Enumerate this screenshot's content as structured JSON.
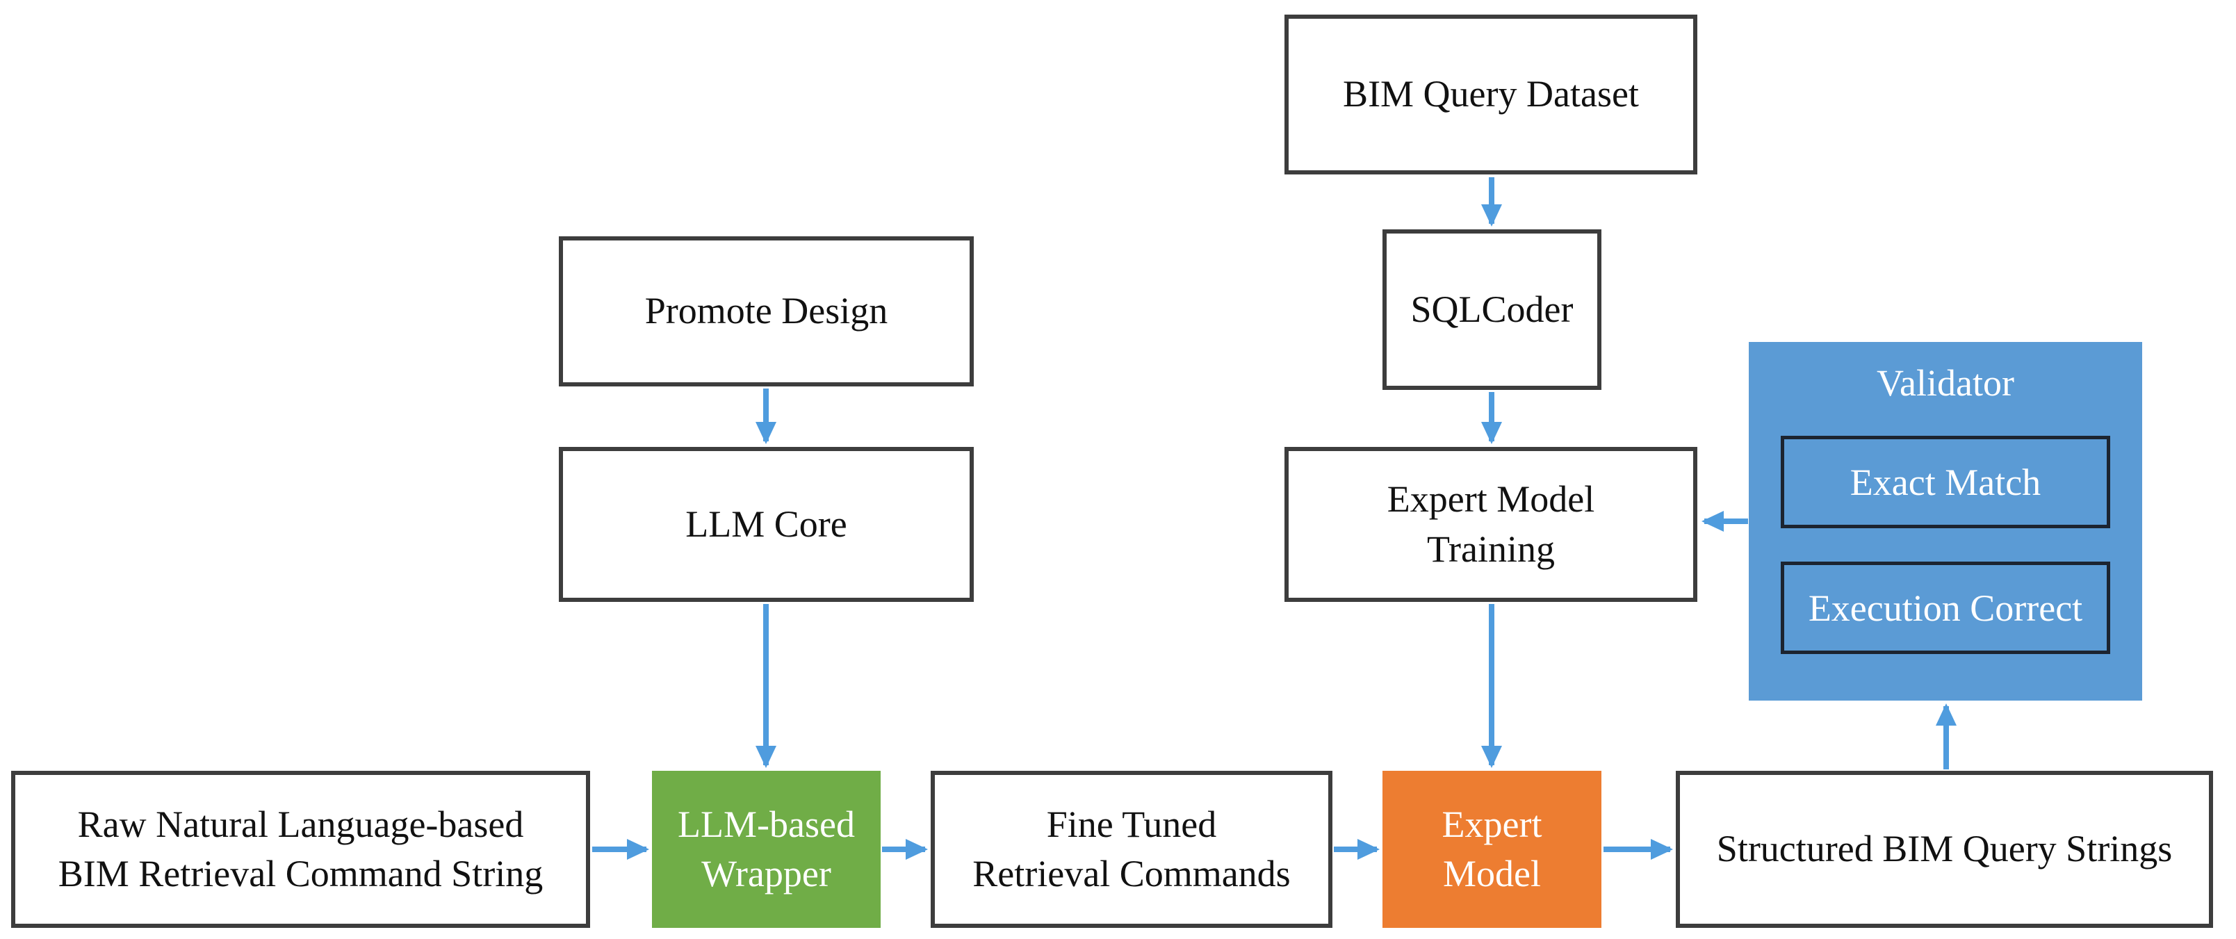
{
  "diagram": {
    "nodes": {
      "promote_design": {
        "label": "Promote Design"
      },
      "llm_core": {
        "label": "LLM Core"
      },
      "bim_query_dataset": {
        "label": "BIM Query Dataset"
      },
      "sqlcoder": {
        "label": "SQLCoder"
      },
      "expert_model_training": {
        "label": "Expert Model\nTraining"
      },
      "raw_command": {
        "label": "Raw Natural Language-based\nBIM Retrieval Command String"
      },
      "llm_wrapper": {
        "label": "LLM-based\nWrapper"
      },
      "fine_tuned": {
        "label": "Fine Tuned\nRetrieval Commands"
      },
      "expert_model": {
        "label": "Expert\nModel"
      },
      "structured_query": {
        "label": "Structured BIM Query Strings"
      },
      "validator": {
        "label": "Validator",
        "children": {
          "exact_match": {
            "label": "Exact Match"
          },
          "execution_correct": {
            "label": "Execution Correct"
          }
        }
      }
    },
    "edges": [
      {
        "from": "bim-query-dataset",
        "to": "sqlcoder"
      },
      {
        "from": "sqlcoder",
        "to": "expert-model-training"
      },
      {
        "from": "expert-model-training",
        "to": "expert-model"
      },
      {
        "from": "promote-design",
        "to": "llm-core"
      },
      {
        "from": "llm-core",
        "to": "llm-based-wrapper"
      },
      {
        "from": "raw-command",
        "to": "llm-based-wrapper"
      },
      {
        "from": "llm-based-wrapper",
        "to": "fine-tuned-commands"
      },
      {
        "from": "fine-tuned-commands",
        "to": "expert-model"
      },
      {
        "from": "expert-model",
        "to": "structured-query-strings"
      },
      {
        "from": "structured-query-strings",
        "to": "validator"
      },
      {
        "from": "validator",
        "to": "expert-model-training"
      }
    ]
  },
  "colors": {
    "accent_blue": "#5B9BD5",
    "accent_green": "#70AD47",
    "accent_orange": "#ED7D31",
    "arrow_blue": "#4F9CDE"
  }
}
